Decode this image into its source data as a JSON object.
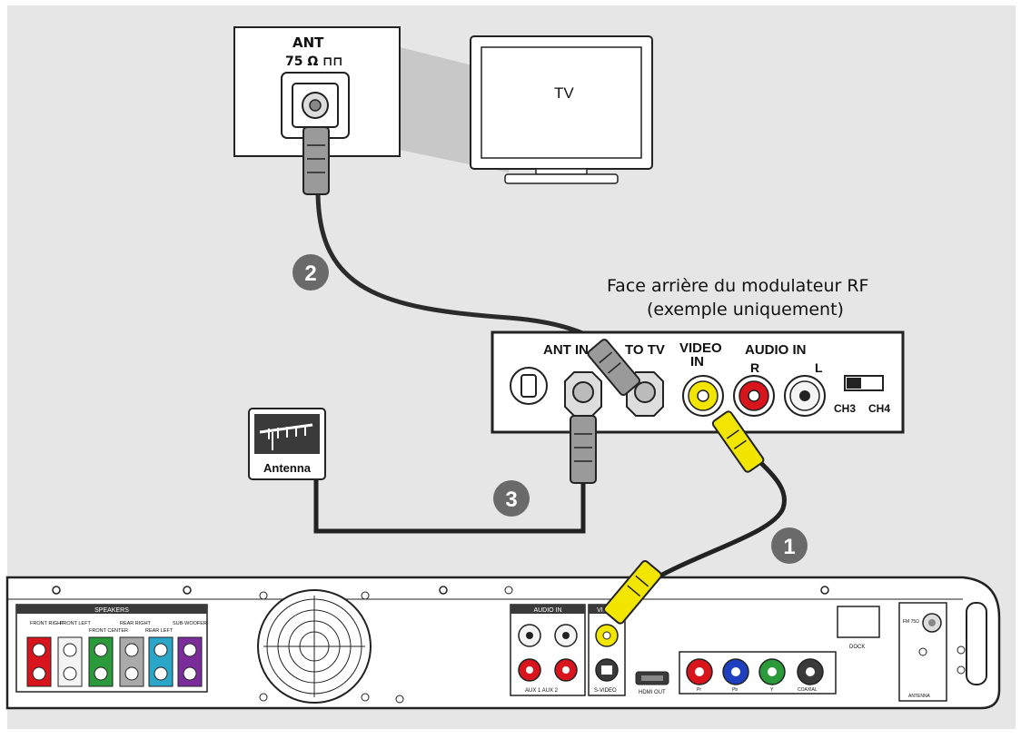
{
  "wall": {
    "ant_label": "ANT",
    "ant_ohm": "75 Ω ⊓⊓"
  },
  "tv": {
    "label": "TV"
  },
  "steps": [
    "1",
    "2",
    "3"
  ],
  "modulator": {
    "caption_line1": "Face arrière du modulateur RF",
    "caption_line2": "(exemple uniquement)",
    "ant_in": "ANT IN",
    "to_tv": "TO TV",
    "video_in_1": "VIDEO",
    "video_in_2": "IN",
    "audio_in": "AUDIO  IN",
    "audio_r": "R",
    "audio_l": "L",
    "ch3": "CH3",
    "ch4": "CH4"
  },
  "antenna": {
    "label": "Antenna"
  },
  "player": {
    "speakers_title": "SPEAKERS",
    "speaker_labels": [
      "FRONT RIGHT",
      "FRONT LEFT",
      "FRONT CENTER",
      "REAR RIGHT",
      "REAR LEFT",
      "SUB-WOOFER"
    ],
    "audio_in_title": "AUDIO IN",
    "video_title": "VIDEO",
    "aux_label": "AUX 1 AUX 2",
    "svideo_label": "S-VIDEO",
    "hdmi_label": "HDMI OUT",
    "pr_label": "Pr",
    "pb_label": "Pb",
    "y_label": "Y",
    "coaxial_label": "COAXIAL",
    "dock_label": "DOCK",
    "fm_label": "FM 75Ω",
    "antenna_label": "ANTENNA"
  },
  "colors": {
    "background": "#e8e8e8",
    "yellow": "#f2e600",
    "red": "#d8141c",
    "blue": "#1e3fbf",
    "green": "#2a9a3a",
    "purple": "#7a2d9a",
    "cyan": "#2aa6c8",
    "step_circle": "#6a6a6a"
  }
}
